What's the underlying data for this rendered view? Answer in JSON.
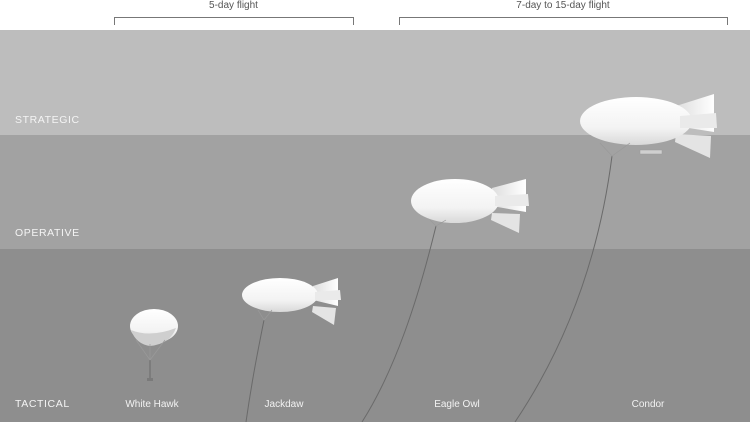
{
  "ranges": [
    {
      "label": "5-day flight"
    },
    {
      "label": "7-day to 15-day flight"
    }
  ],
  "tiers": [
    {
      "label": "STRATEGIC"
    },
    {
      "label": "OPERATIVE"
    },
    {
      "label": "TACTICAL"
    }
  ],
  "aerostats": [
    {
      "name": "White Hawk"
    },
    {
      "name": "Jackdaw"
    },
    {
      "name": "Eagle Owl"
    },
    {
      "name": "Condor"
    }
  ],
  "colors": {
    "strategic_band": "#bdbdbd",
    "operative_band": "#a2a2a2",
    "tactical_band": "#8e8e8e",
    "balloon": "#f4f4f4",
    "tether": "#6a6a6a"
  }
}
